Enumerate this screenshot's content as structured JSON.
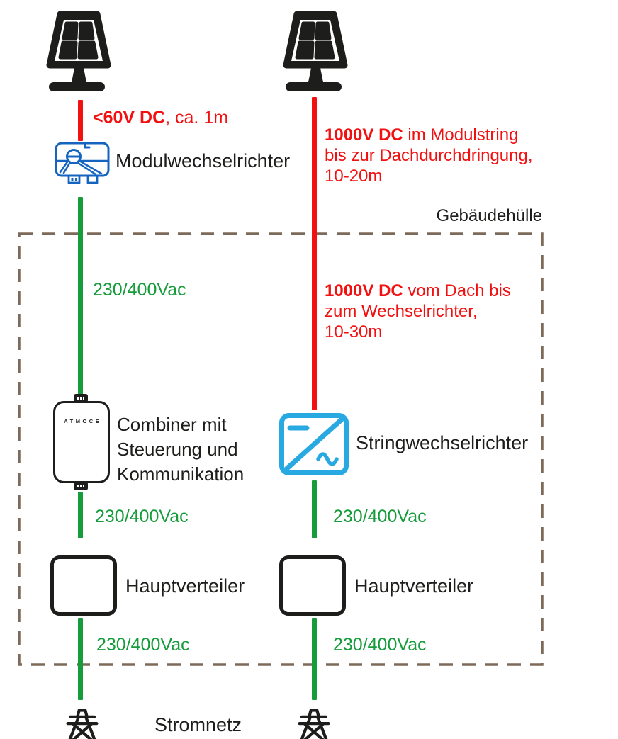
{
  "colors": {
    "bg": "#ffffff",
    "ink": "#1d1d1b",
    "red": "#f21010",
    "green": "#169c3b",
    "dash": "#7e6a5a",
    "blue_module": "#1565c0",
    "blue_string": "#29a9e2"
  },
  "envelope": {
    "label": "Gebäudehülle"
  },
  "grid": {
    "label": "Stromnetz"
  },
  "left": {
    "dc_label": {
      "bold": "<60V DC",
      "rest": ", ca. 1m"
    },
    "module_inverter_label": "Modulwechselrichter",
    "ac_label_1": "230/400Vac",
    "combiner_brand": "ATMOCE",
    "combiner_label": [
      "Combiner mit",
      "Steuerung und",
      "Kommunikation"
    ],
    "ac_label_2": "230/400Vac",
    "distributor_label": "Hauptverteiler",
    "ac_label_3": "230/400Vac"
  },
  "right": {
    "dc_label_roof": {
      "bold": "1000V DC",
      "rest": " im Modulstring",
      "line2": "bis zur Dachdurchdringung,",
      "line3": "10-20m"
    },
    "dc_label_indoor": {
      "bold": "1000V DC",
      "rest": " vom Dach bis",
      "line2": "zum Wechselrichter,",
      "line3": "10-30m"
    },
    "string_inverter_label": "Stringwechselrichter",
    "ac_label_1": "230/400Vac",
    "distributor_label": "Hauptverteiler",
    "ac_label_2": "230/400Vac"
  }
}
